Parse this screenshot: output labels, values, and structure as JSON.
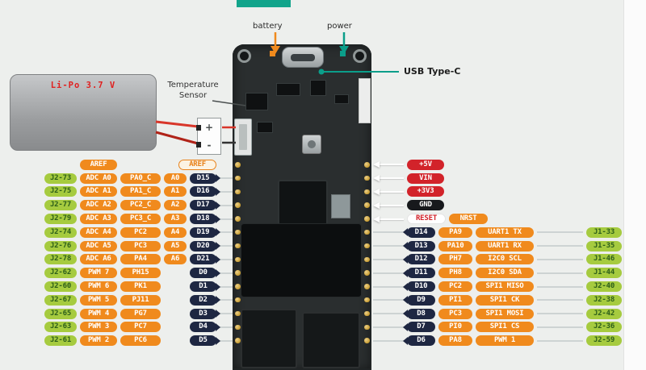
{
  "colors": {
    "orange": "#F08A1D",
    "green_pill": "#A6CB3F",
    "green_text": "#2C5E1A",
    "digital_pill": "#1E2742",
    "power_red": "#D2232A",
    "gnd_black": "#17191C",
    "teal_accent": "#0B9E8A",
    "board_dark": "#2A2E2F"
  },
  "annotations": {
    "battery": "battery",
    "power": "power",
    "usb": "USB Type-C",
    "temperature_sensor": "Temperature Sensor",
    "lipo": "Li-Po 3.7 V",
    "plug_plus": "+",
    "plug_minus": "-"
  },
  "aref": {
    "left": "AREF",
    "right": "AREF"
  },
  "left_rows": [
    {
      "conn": "J2-73",
      "func": "ADC A0",
      "pin": "PA0_C",
      "alias": "A0",
      "d": "D15"
    },
    {
      "conn": "J2-75",
      "func": "ADC A1",
      "pin": "PA1_C",
      "alias": "A1",
      "d": "D16"
    },
    {
      "conn": "J2-77",
      "func": "ADC A2",
      "pin": "PC2_C",
      "alias": "A2",
      "d": "D17"
    },
    {
      "conn": "J2-79",
      "func": "ADC A3",
      "pin": "PC3_C",
      "alias": "A3",
      "d": "D18"
    },
    {
      "conn": "J2-74",
      "func": "ADC A4",
      "pin": "PC2",
      "alias": "A4",
      "d": "D19"
    },
    {
      "conn": "J2-76",
      "func": "ADC A5",
      "pin": "PC3",
      "alias": "A5",
      "d": "D20"
    },
    {
      "conn": "J2-78",
      "func": "ADC A6",
      "pin": "PA4",
      "alias": "A6",
      "d": "D21"
    },
    {
      "conn": "J2-62",
      "func": "PWM 7",
      "pin": "PH15",
      "alias": "",
      "d": "D0"
    },
    {
      "conn": "J2-60",
      "func": "PWM 6",
      "pin": "PK1",
      "alias": "",
      "d": "D1"
    },
    {
      "conn": "J2-67",
      "func": "PWM 5",
      "pin": "PJ11",
      "alias": "",
      "d": "D2"
    },
    {
      "conn": "J2-65",
      "func": "PWM 4",
      "pin": "PG7",
      "alias": "",
      "d": "D3"
    },
    {
      "conn": "J2-63",
      "func": "PWM 3",
      "pin": "PC7",
      "alias": "",
      "d": "D4"
    },
    {
      "conn": "J2-61",
      "func": "PWM 2",
      "pin": "PC6",
      "alias": "",
      "d": "D5"
    }
  ],
  "power_rows": [
    {
      "label": "+5V",
      "style": "red"
    },
    {
      "label": "VIN",
      "style": "red"
    },
    {
      "label": "+3V3",
      "style": "red"
    },
    {
      "label": "GND",
      "style": "black"
    }
  ],
  "reset_row": {
    "reset": "RESET",
    "nrst": "NRST"
  },
  "right_rows": [
    {
      "d": "D14",
      "pin": "PA9",
      "func": "UART1 TX",
      "conn": "J1-33"
    },
    {
      "d": "D13",
      "pin": "PA10",
      "func": "UART1 RX",
      "conn": "J1-35"
    },
    {
      "d": "D12",
      "pin": "PH7",
      "func": "I2C0 SCL",
      "conn": "J1-46"
    },
    {
      "d": "D11",
      "pin": "PH8",
      "func": "I2C0 SDA",
      "conn": "J1-44"
    },
    {
      "d": "D10",
      "pin": "PC2",
      "func": "SPI1 MISO",
      "conn": "J2-40"
    },
    {
      "d": "D9",
      "pin": "PI1",
      "func": "SPI1 CK",
      "conn": "J2-38"
    },
    {
      "d": "D8",
      "pin": "PC3",
      "func": "SPI1 MOSI",
      "conn": "J2-42"
    },
    {
      "d": "D7",
      "pin": "PI0",
      "func": "SPI1 CS",
      "conn": "J2-36"
    },
    {
      "d": "D6",
      "pin": "PA8",
      "func": "PWM 1",
      "conn": "J2-59"
    }
  ]
}
